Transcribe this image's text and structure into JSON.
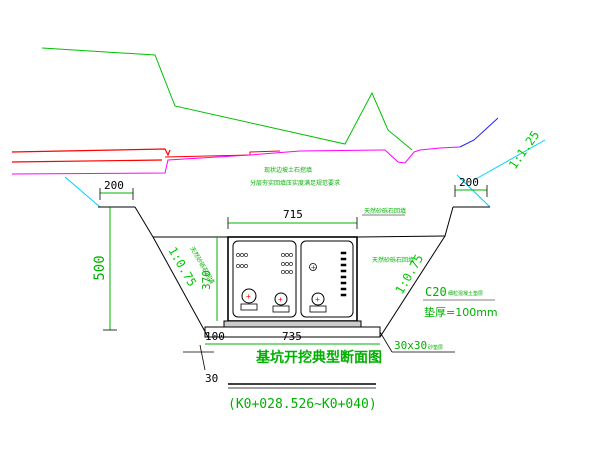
{
  "colors": {
    "ground": "#00c000",
    "pipe_red": "#ff0000",
    "pipe_magenta": "#ff00ff",
    "pipe_blue": "#2020ff",
    "excavation": "#000000",
    "slope_cyan": "#00d0ff",
    "dimension": "#00b000",
    "tick": "#00ff00"
  },
  "dimensions": {
    "width_715": "715",
    "width_735": "735",
    "height_370": "370",
    "height_500": "500",
    "left_200": "200",
    "right_200": "200",
    "bottom_100": "100",
    "bottom_30": "30",
    "cushion_30x30": "30x30"
  },
  "slopes": {
    "upper_right": "1:1.25",
    "left_inner": "1:0.75",
    "right_inner": "1:0.75"
  },
  "notes": {
    "center_line1": "现状边坡土石挖填",
    "center_line2": "分层夯实回填压实度满足规范要求",
    "right_top": "天然砂砾石回填",
    "left_side": "天然砂砾石回填",
    "right_side": "天然砂砾石回填",
    "c20_main": "C20",
    "c20_rest": "细粒混凝土垫层",
    "thickness": "垫厚=100mm",
    "cushion_note": "砂垫层"
  },
  "title": {
    "main": "基坑开挖典型断面图",
    "range": "(K0+028.526~K0+040)"
  },
  "markers": {
    "cross": "+"
  }
}
